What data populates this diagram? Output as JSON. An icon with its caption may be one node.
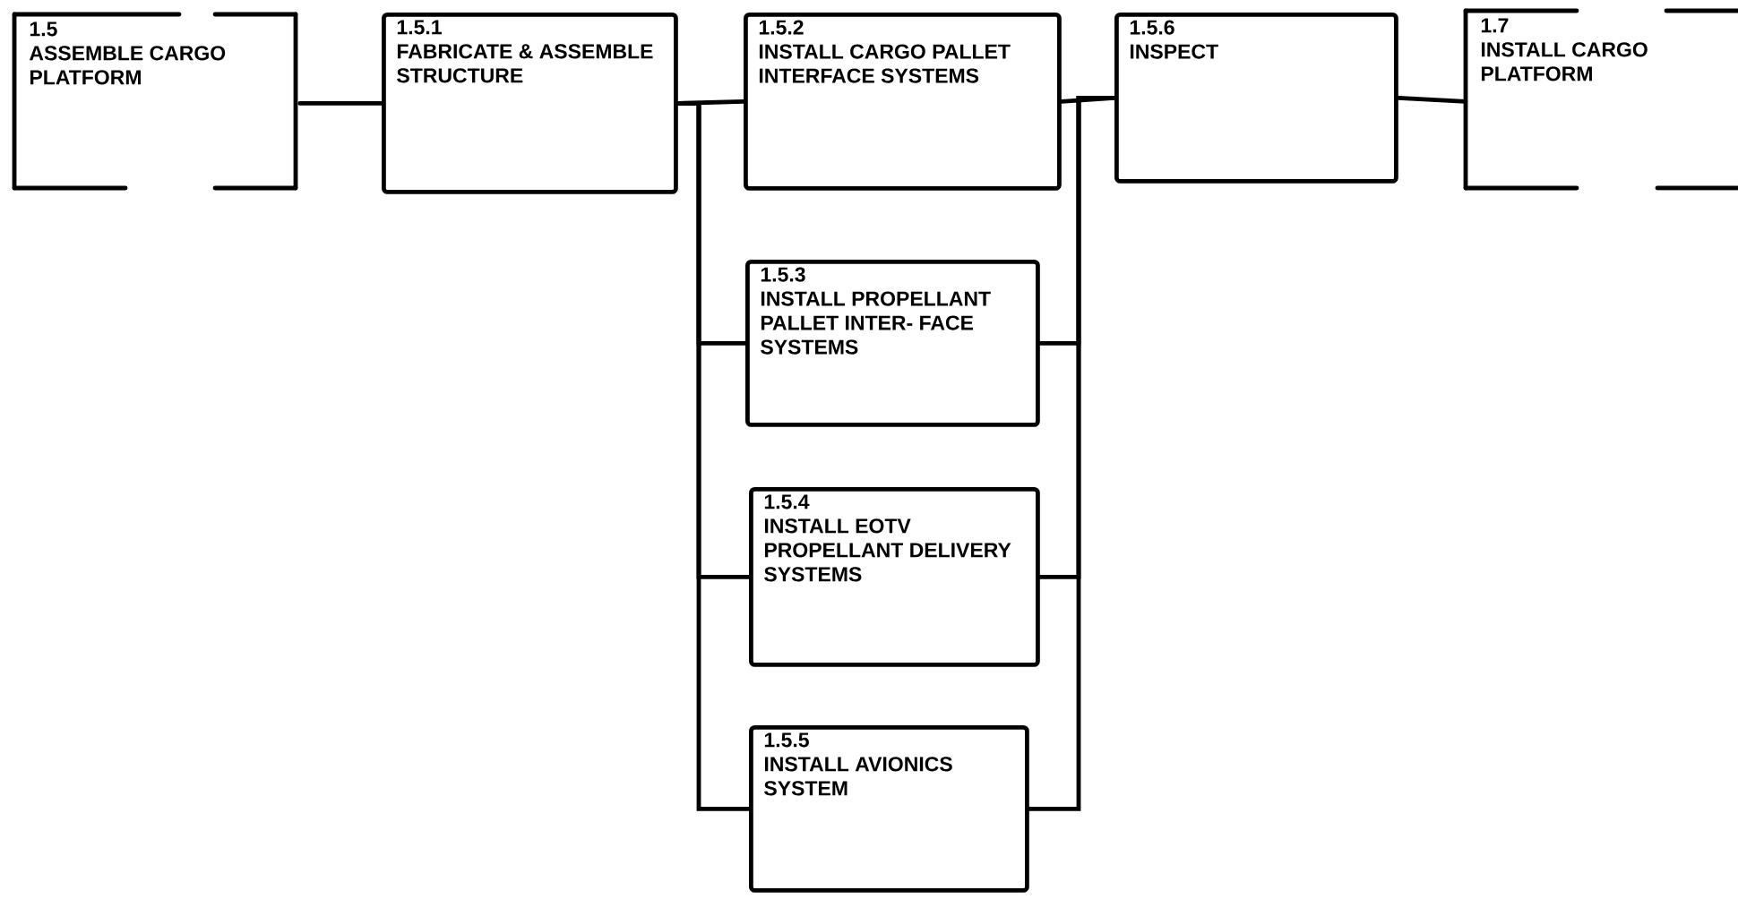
{
  "diagram": {
    "nodes": [
      {
        "text": [
          "1.5",
          "ASSEMBLE CARGO PLATFORM"
        ]
      },
      {
        "text": [
          "1.5.1",
          "FABRICATE & ASSEMBLE STRUCTURE"
        ]
      },
      {
        "text": [
          "1.5.2",
          "INSTALL CARGO PALLET INTERFACE SYSTEMS"
        ]
      },
      {
        "text": [
          "1.5.3",
          "INSTALL PROPELLANT PALLET INTER- FACE SYSTEMS"
        ]
      },
      {
        "text": [
          "1.5.4",
          "INSTALL EOTV PROPELLANT DELIVERY SYSTEMS"
        ]
      },
      {
        "text": [
          "1.5.5",
          "INSTALL AVIONICS SYSTEM"
        ]
      },
      {
        "text": [
          "1.5.6",
          "INSPECT"
        ]
      },
      {
        "text": [
          "1.7",
          "INSTALL CARGO PLATFORM"
        ]
      }
    ],
    "edges": [
      {
        "from": 0,
        "to": 1,
        "arrow": "none"
      },
      {
        "from": 1,
        "to": 2,
        "arrow": "none"
      },
      {
        "from": 1,
        "to": 3,
        "arrow": "none"
      },
      {
        "from": 1,
        "to": 4,
        "arrow": "none"
      },
      {
        "from": 1,
        "to": 5,
        "arrow": "none"
      },
      {
        "from": 2,
        "to": 6,
        "arrow": "none"
      },
      {
        "from": 3,
        "to": 6,
        "arrow": "none"
      },
      {
        "from": 4,
        "to": 6,
        "arrow": "none"
      },
      {
        "from": 5,
        "to": 6,
        "arrow": "none"
      },
      {
        "from": 6,
        "to": 7,
        "arrow": "none"
      }
    ]
  }
}
